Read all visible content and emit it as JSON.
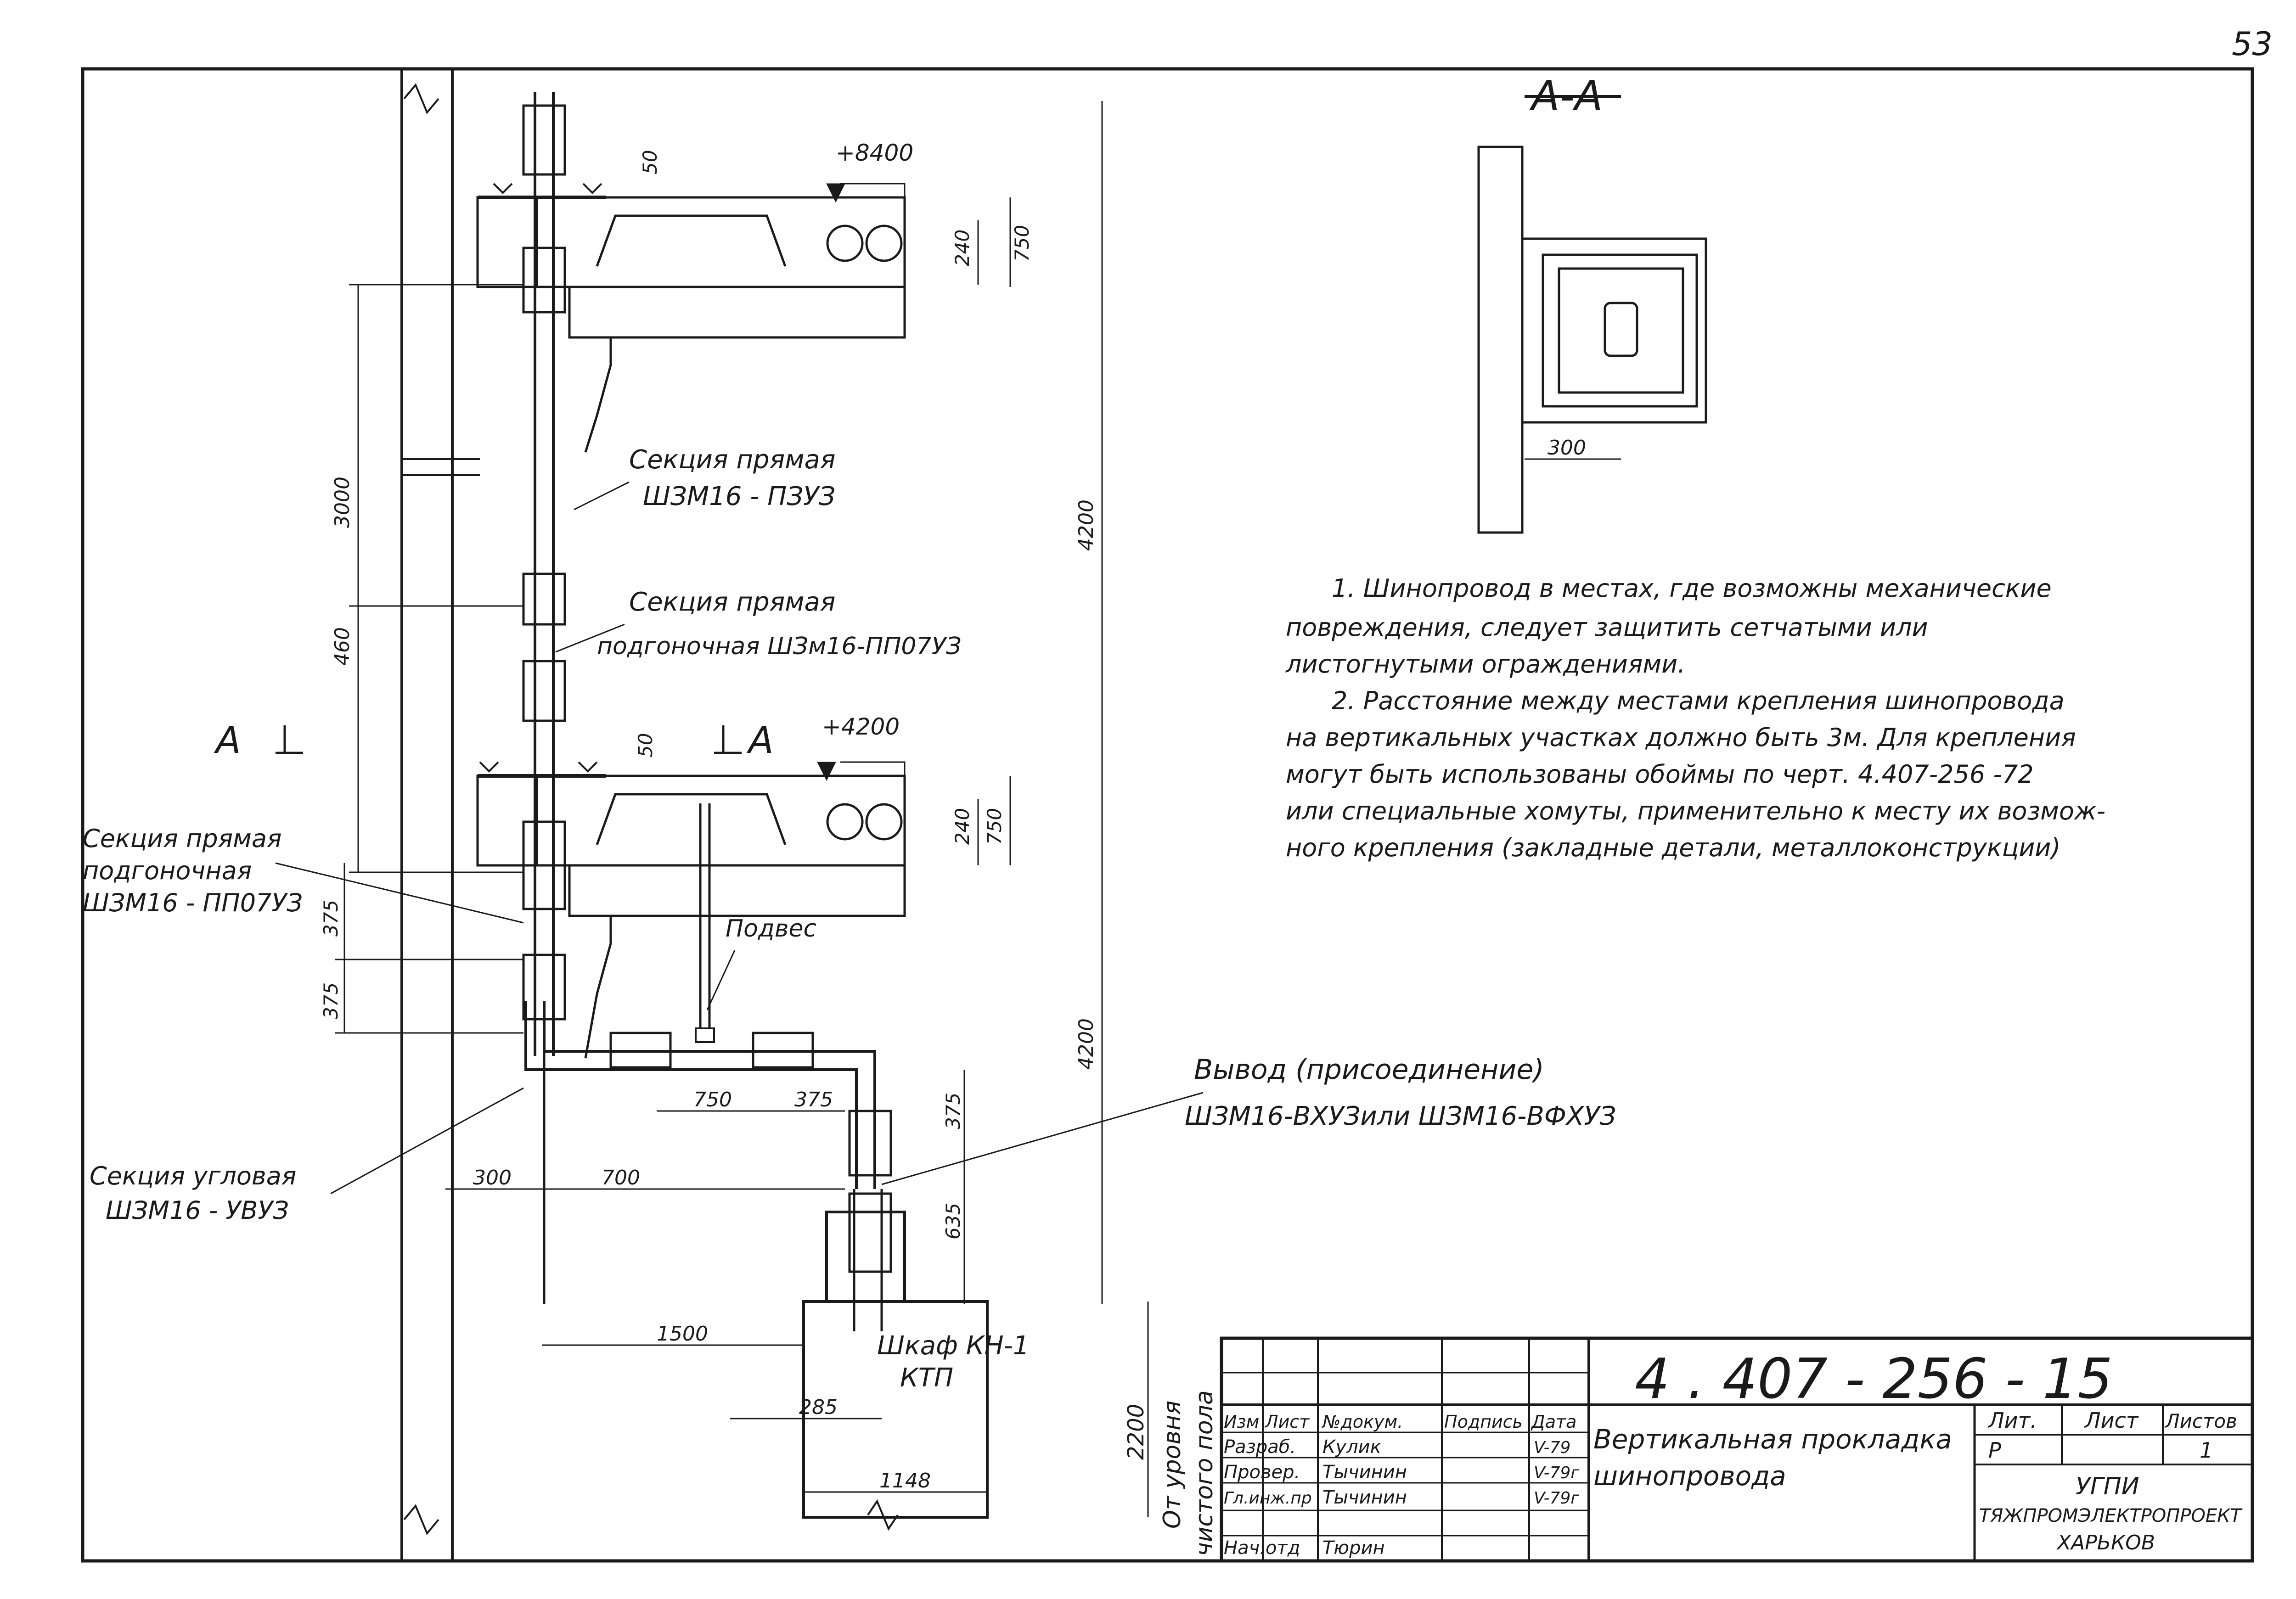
{
  "page_number": "53",
  "section": {
    "title": "А-А",
    "cut_label": "А"
  },
  "levels": {
    "top": "+8400",
    "mid": "+4200"
  },
  "dims": {
    "d50_top": "50",
    "d750_top": "750",
    "d240_top": "240",
    "d3000": "3000",
    "d4200_upper": "4200",
    "d460": "460",
    "d50_mid": "50",
    "d240_mid": "240",
    "d750_mid": "750",
    "d375_a": "375",
    "d375_b": "375",
    "d4200_lower": "4200",
    "d750_h": "750",
    "d375_h": "375",
    "d375_v": "375",
    "d635": "635",
    "d300": "300",
    "d700": "700",
    "d1500": "1500",
    "d285": "285",
    "d1148": "1148",
    "d2200": "2200",
    "d300_section": "300"
  },
  "labels": {
    "straight_1_title": "Секция прямая",
    "straight_1_code": "ШЗМ16 - ПЗУЗ",
    "straight_2_title": "Секция прямая",
    "straight_2_code": "подгоночная ШЗм16-ПП07УЗ",
    "left_1_line1": "Секция прямая",
    "left_1_line2": "подгоночная",
    "left_1_line3": "ШЗМ16 - ПП07УЗ",
    "hanger": "Подвес",
    "outlet_title": "Вывод (присоединение)",
    "outlet_code": "ШЗМ16-ВХУЗили ШЗМ16-ВФХУЗ",
    "corner_title": "Секция угловая",
    "corner_code": "ШЗМ16 - УВУЗ",
    "cabinet_line1": "Шкаф КН-1",
    "cabinet_line2": "КТП",
    "floor_line1": "От уровня",
    "floor_line2": "чистого пола"
  },
  "notes": [
    "1. Шинопровод в местах, где возможны механические",
    "повреждения, следует защитить сетчатыми или",
    "листогнутыми ограждениями.",
    "2. Расстояние между местами крепления шинопровода",
    "на вертикальных участках должно быть 3м. Для крепления",
    "могут быть использованы обоймы по черт. 4.407-256 -72",
    "или специальные хомуты, применительно к месту их возмож-",
    "ного крепления (закладные детали, металлоконструкции)"
  ],
  "title_block": {
    "doc_number": "4 . 407 - 256 - 15",
    "headers": [
      "Изм",
      "Лист",
      "№докум.",
      "Подпись",
      "Дата"
    ],
    "rows": [
      {
        "role": "Разраб.",
        "name": "Кулик",
        "date": "V-79"
      },
      {
        "role": "Провер.",
        "name": "Тычинин",
        "date": "V-79г"
      },
      {
        "role": "Гл.инж.пр",
        "name": "Тычинин",
        "date": "V-79г"
      },
      {
        "role": "Нач.отд",
        "name": "Тюрин",
        "date": ""
      }
    ],
    "description_line1": "Вертикальная прокладка",
    "description_line2": "шинопровода",
    "lit_label": "Лит.",
    "sheet_label": "Лист",
    "sheets_label": "Листов",
    "lit_value": "Р",
    "sheets_value": "1",
    "org_line1": "УГПИ",
    "org_line2": "ТЯЖПРОМЭЛЕКТРОПРОЕКТ",
    "org_line3": "ХАРЬКОВ"
  }
}
